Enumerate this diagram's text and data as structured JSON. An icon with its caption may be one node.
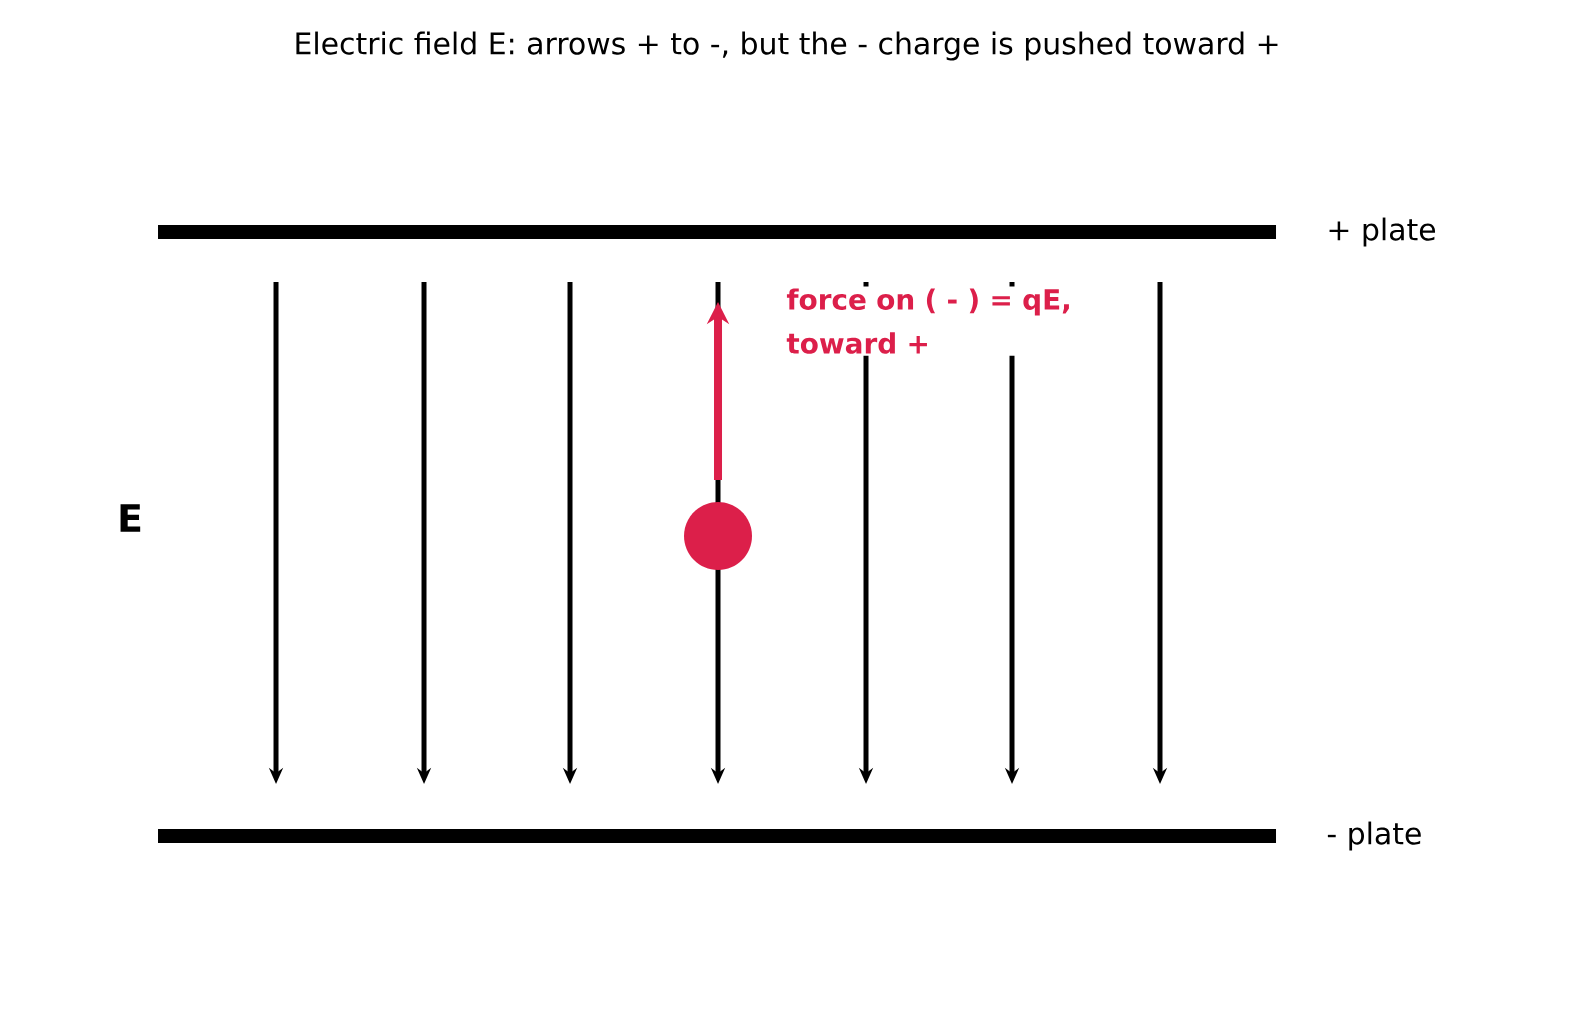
{
  "diagram": {
    "title": "Electric field E: arrows + to -, but the - charge is pushed toward +",
    "nodes": [
      {
        "text": [],
        "shape": "bar",
        "beside": [
          "+ plate"
        ]
      },
      {
        "text": [],
        "shape": "bar",
        "beside": [
          "- plate"
        ]
      }
    ],
    "labels": [
      "E",
      "force on ( - ) = qE, toward +"
    ]
  }
}
